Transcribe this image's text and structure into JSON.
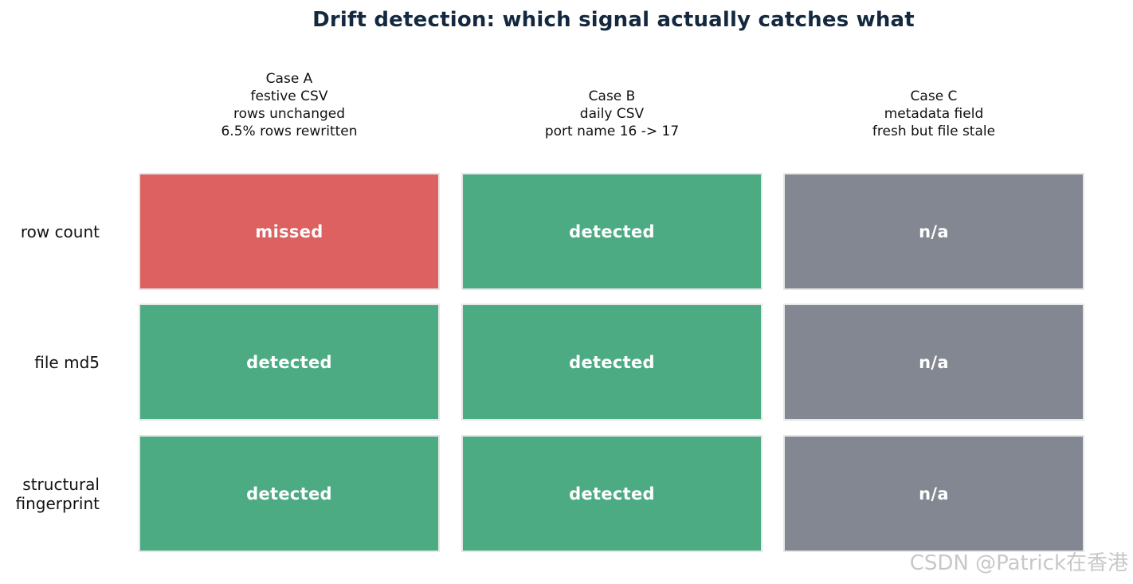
{
  "title": "Drift detection: which signal actually catches what",
  "colors": {
    "missed": "#dc6160",
    "detected": "#4dab84",
    "n/a": "#828792"
  },
  "chart_data": {
    "type": "table",
    "title": "Drift detection: which signal actually catches what",
    "columns": [
      {
        "lines": [
          "Case A",
          "festive CSV",
          "rows unchanged",
          "6.5% rows rewritten"
        ]
      },
      {
        "lines": [
          "Case B",
          "daily CSV",
          "port name 16 -> 17"
        ]
      },
      {
        "lines": [
          "Case C",
          "metadata field",
          "fresh but file stale"
        ]
      }
    ],
    "rows": [
      {
        "lines": [
          "row count"
        ],
        "values": [
          "missed",
          "detected",
          "n/a"
        ]
      },
      {
        "lines": [
          "file md5"
        ],
        "values": [
          "detected",
          "detected",
          "n/a"
        ]
      },
      {
        "lines": [
          "structural",
          "fingerprint"
        ],
        "values": [
          "detected",
          "detected",
          "n/a"
        ]
      }
    ]
  },
  "watermark": "CSDN @Patrick在香港"
}
